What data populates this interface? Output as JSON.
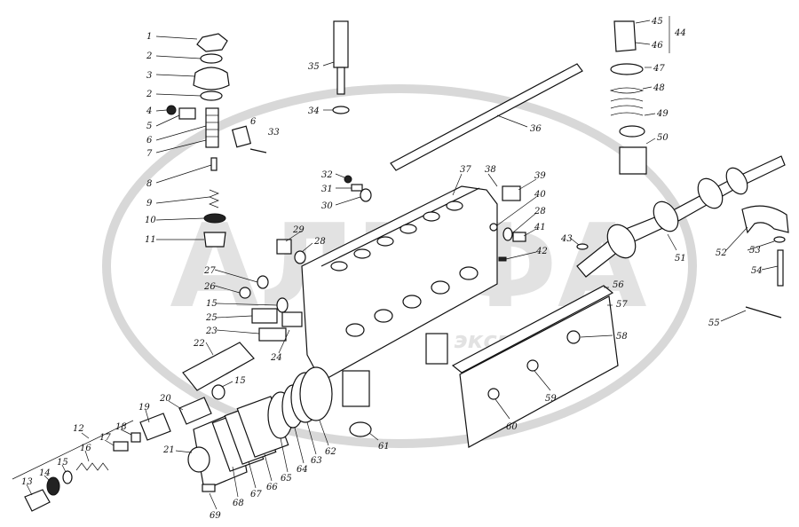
{
  "watermark": {
    "text": "АЛЬФА",
    "subtext": "экспедиция"
  },
  "callouts": [
    {
      "id": "c1",
      "text": "1"
    },
    {
      "id": "c2a",
      "text": "2"
    },
    {
      "id": "c3",
      "text": "3"
    },
    {
      "id": "c2b",
      "text": "2"
    },
    {
      "id": "c4",
      "text": "4"
    },
    {
      "id": "c5",
      "text": "5"
    },
    {
      "id": "c6a",
      "text": "6"
    },
    {
      "id": "c7",
      "text": "7"
    },
    {
      "id": "c6b",
      "text": "6"
    },
    {
      "id": "c33",
      "text": "33"
    },
    {
      "id": "c8",
      "text": "8"
    },
    {
      "id": "c9",
      "text": "9"
    },
    {
      "id": "c10",
      "text": "10"
    },
    {
      "id": "c11",
      "text": "11"
    },
    {
      "id": "c35",
      "text": "35"
    },
    {
      "id": "c34",
      "text": "34"
    },
    {
      "id": "c36",
      "text": "36"
    },
    {
      "id": "c32",
      "text": "32"
    },
    {
      "id": "c31",
      "text": "31"
    },
    {
      "id": "c30",
      "text": "30"
    },
    {
      "id": "c37",
      "text": "37"
    },
    {
      "id": "c38",
      "text": "38"
    },
    {
      "id": "c39",
      "text": "39"
    },
    {
      "id": "c40",
      "text": "40"
    },
    {
      "id": "c28a",
      "text": "28"
    },
    {
      "id": "c41",
      "text": "41"
    },
    {
      "id": "c29",
      "text": "29"
    },
    {
      "id": "c28b",
      "text": "28"
    },
    {
      "id": "c42",
      "text": "42"
    },
    {
      "id": "c27",
      "text": "27"
    },
    {
      "id": "c26",
      "text": "26"
    },
    {
      "id": "c15a",
      "text": "15"
    },
    {
      "id": "c25",
      "text": "25"
    },
    {
      "id": "c23",
      "text": "23"
    },
    {
      "id": "c22",
      "text": "22"
    },
    {
      "id": "c24",
      "text": "24"
    },
    {
      "id": "c45",
      "text": "45"
    },
    {
      "id": "c46",
      "text": "46"
    },
    {
      "id": "c44",
      "text": "44"
    },
    {
      "id": "c47",
      "text": "47"
    },
    {
      "id": "c48",
      "text": "48"
    },
    {
      "id": "c49",
      "text": "49"
    },
    {
      "id": "c50",
      "text": "50"
    },
    {
      "id": "c43",
      "text": "43"
    },
    {
      "id": "c51",
      "text": "51"
    },
    {
      "id": "c52",
      "text": "52"
    },
    {
      "id": "c53",
      "text": "53"
    },
    {
      "id": "c54",
      "text": "54"
    },
    {
      "id": "c55",
      "text": "55"
    },
    {
      "id": "c56",
      "text": "56"
    },
    {
      "id": "c57",
      "text": "57"
    },
    {
      "id": "c58",
      "text": "58"
    },
    {
      "id": "c59",
      "text": "59"
    },
    {
      "id": "c60",
      "text": "60"
    },
    {
      "id": "c61",
      "text": "61"
    },
    {
      "id": "c62",
      "text": "62"
    },
    {
      "id": "c63",
      "text": "63"
    },
    {
      "id": "c64",
      "text": "64"
    },
    {
      "id": "c65",
      "text": "65"
    },
    {
      "id": "c66",
      "text": "66"
    },
    {
      "id": "c67",
      "text": "67"
    },
    {
      "id": "c68",
      "text": "68"
    },
    {
      "id": "c69",
      "text": "69"
    },
    {
      "id": "c15b",
      "text": "15"
    },
    {
      "id": "c20",
      "text": "20"
    },
    {
      "id": "c19",
      "text": "19"
    },
    {
      "id": "c21",
      "text": "21"
    },
    {
      "id": "c12",
      "text": "12"
    },
    {
      "id": "c18",
      "text": "18"
    },
    {
      "id": "c17",
      "text": "17"
    },
    {
      "id": "c16",
      "text": "16"
    },
    {
      "id": "c15c",
      "text": "15"
    },
    {
      "id": "c14",
      "text": "14"
    },
    {
      "id": "c13",
      "text": "13"
    }
  ]
}
